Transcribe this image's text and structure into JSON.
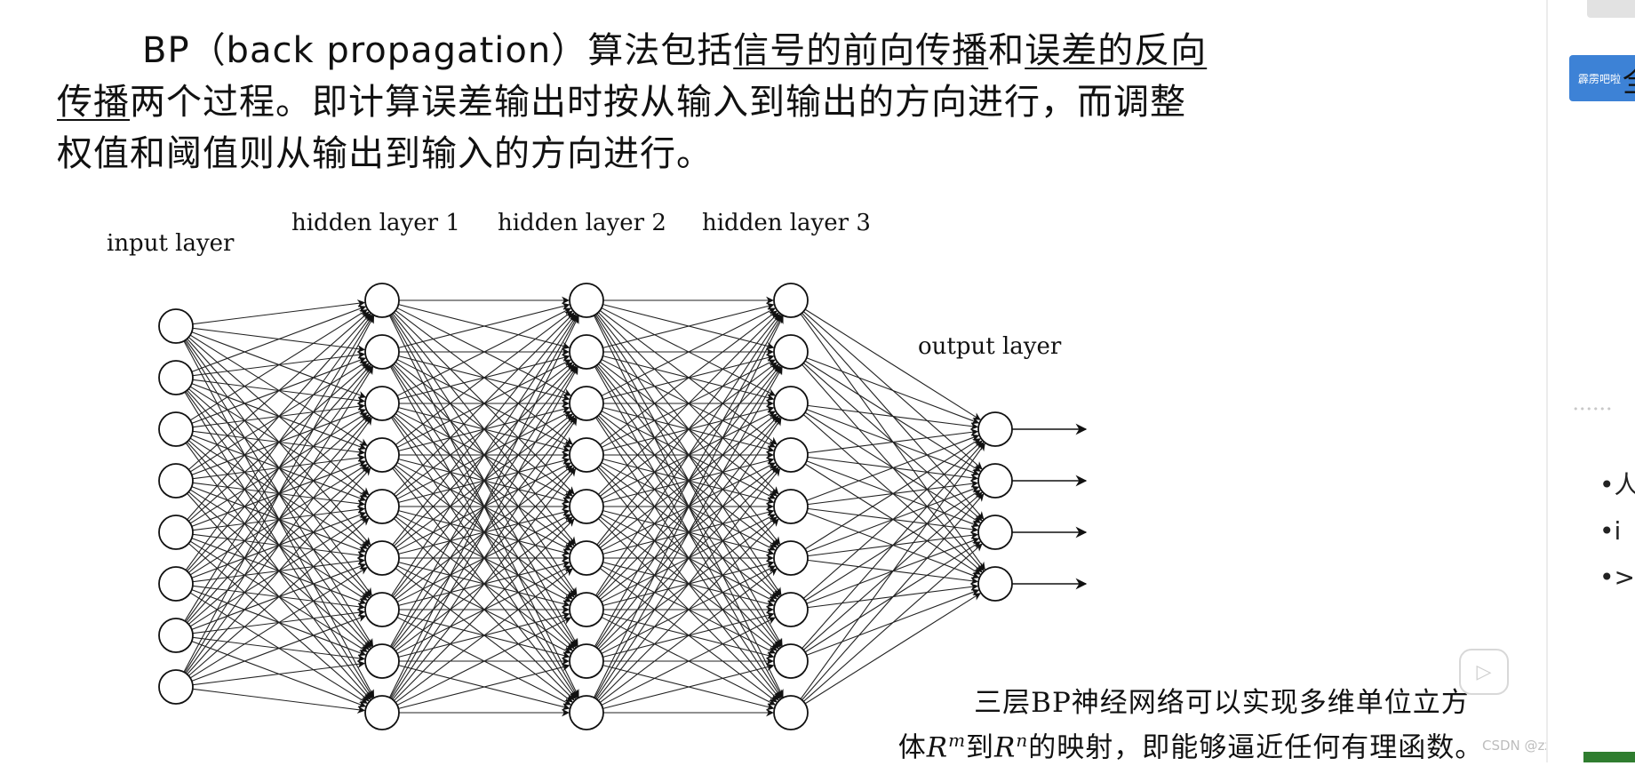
{
  "intro": {
    "p1": "BP（back propagation）算法包括",
    "u1": "信号的前向传播",
    "p2": "和",
    "u2": "误差的反向传播",
    "p3": "两个过程。即计算误差输出时按从输入到输出的方向进行，而调整权值和阈值则从输出到输入的方向进行。"
  },
  "diagram": {
    "labels": {
      "input": "input layer",
      "hidden1": "hidden layer 1",
      "hidden2": "hidden layer 2",
      "hidden3": "hidden layer 3",
      "output": "output layer"
    },
    "layers": [
      {
        "name": "input",
        "neurons": 8
      },
      {
        "name": "hidden1",
        "neurons": 9
      },
      {
        "name": "hidden2",
        "neurons": 9
      },
      {
        "name": "hidden3",
        "neurons": 9
      },
      {
        "name": "output",
        "neurons": 4
      }
    ],
    "line_color": "#222222",
    "node_stroke": "#111111"
  },
  "caption": {
    "line1": "三层BP神经网络可以实现多维单位立方",
    "line2_a": "体",
    "line2_R1": "R",
    "line2_m": "m",
    "line2_to": "到",
    "line2_R2": "R",
    "line2_n": "n",
    "line2_b": "的映射，即能够逼近任何有理函数。"
  },
  "watermark": "CSDN @zzz不摸鱼",
  "sidebar": {
    "blue_button_small": "霹雳吧啦",
    "blue_button_big": "全",
    "dots": "••••••",
    "bullets": [
      "•人",
      "•i",
      "•>"
    ],
    "accent": "#3d82d6"
  },
  "icons": {
    "play": "play-icon"
  }
}
